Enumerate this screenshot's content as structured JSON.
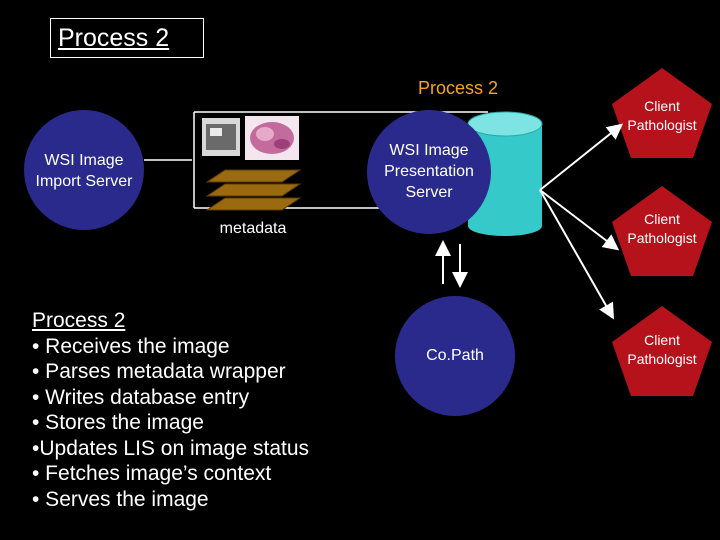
{
  "title": "Process 2",
  "subtitle": "Process 2",
  "nodes": {
    "import_server": "WSI Image\nImport Server",
    "presentation_server": "WSI Image\nPresentation\nServer",
    "copath": "Co.Path",
    "metadata": "metadata"
  },
  "clients": [
    {
      "label": "Client\nPathologist"
    },
    {
      "label": "Client\nPathologist"
    },
    {
      "label": "Client\nPathologist"
    }
  ],
  "steps": {
    "heading": "Process 2",
    "items": [
      "• Receives the image",
      "• Parses metadata wrapper",
      "• Writes database entry",
      "• Stores the image",
      "•Updates LIS on image status",
      "• Fetches image’s context",
      "• Serves the image"
    ]
  },
  "colors": {
    "background": "#000000",
    "server_circle": "#2a2a8c",
    "database": "#35c9c9",
    "client_pentagon": "#b5121b",
    "metadata_layer": "#9a6a10",
    "accent_text": "#f4a51c",
    "arrow": "#ffffff"
  }
}
